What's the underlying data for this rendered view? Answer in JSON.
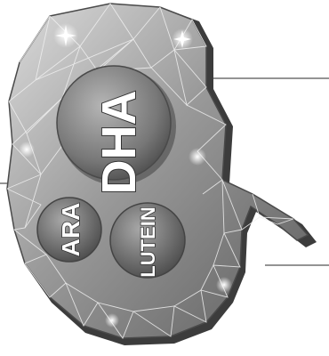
{
  "labels": {
    "dha": "DHA",
    "ara": "ARA",
    "lutein": "LUTEIN"
  },
  "colors": {
    "background": "#ffffff",
    "shape_light": "#d8d8d8",
    "shape_dark": "#6f6f6f",
    "mesh_line": "#f4f4f4",
    "circle_fill": "#8a8a8a",
    "label_text": "#ffffff",
    "label_outline": "#333333",
    "guide_line": "#555555"
  },
  "icons": [
    "polygon-mesh-shape",
    "sparkle-icon"
  ]
}
